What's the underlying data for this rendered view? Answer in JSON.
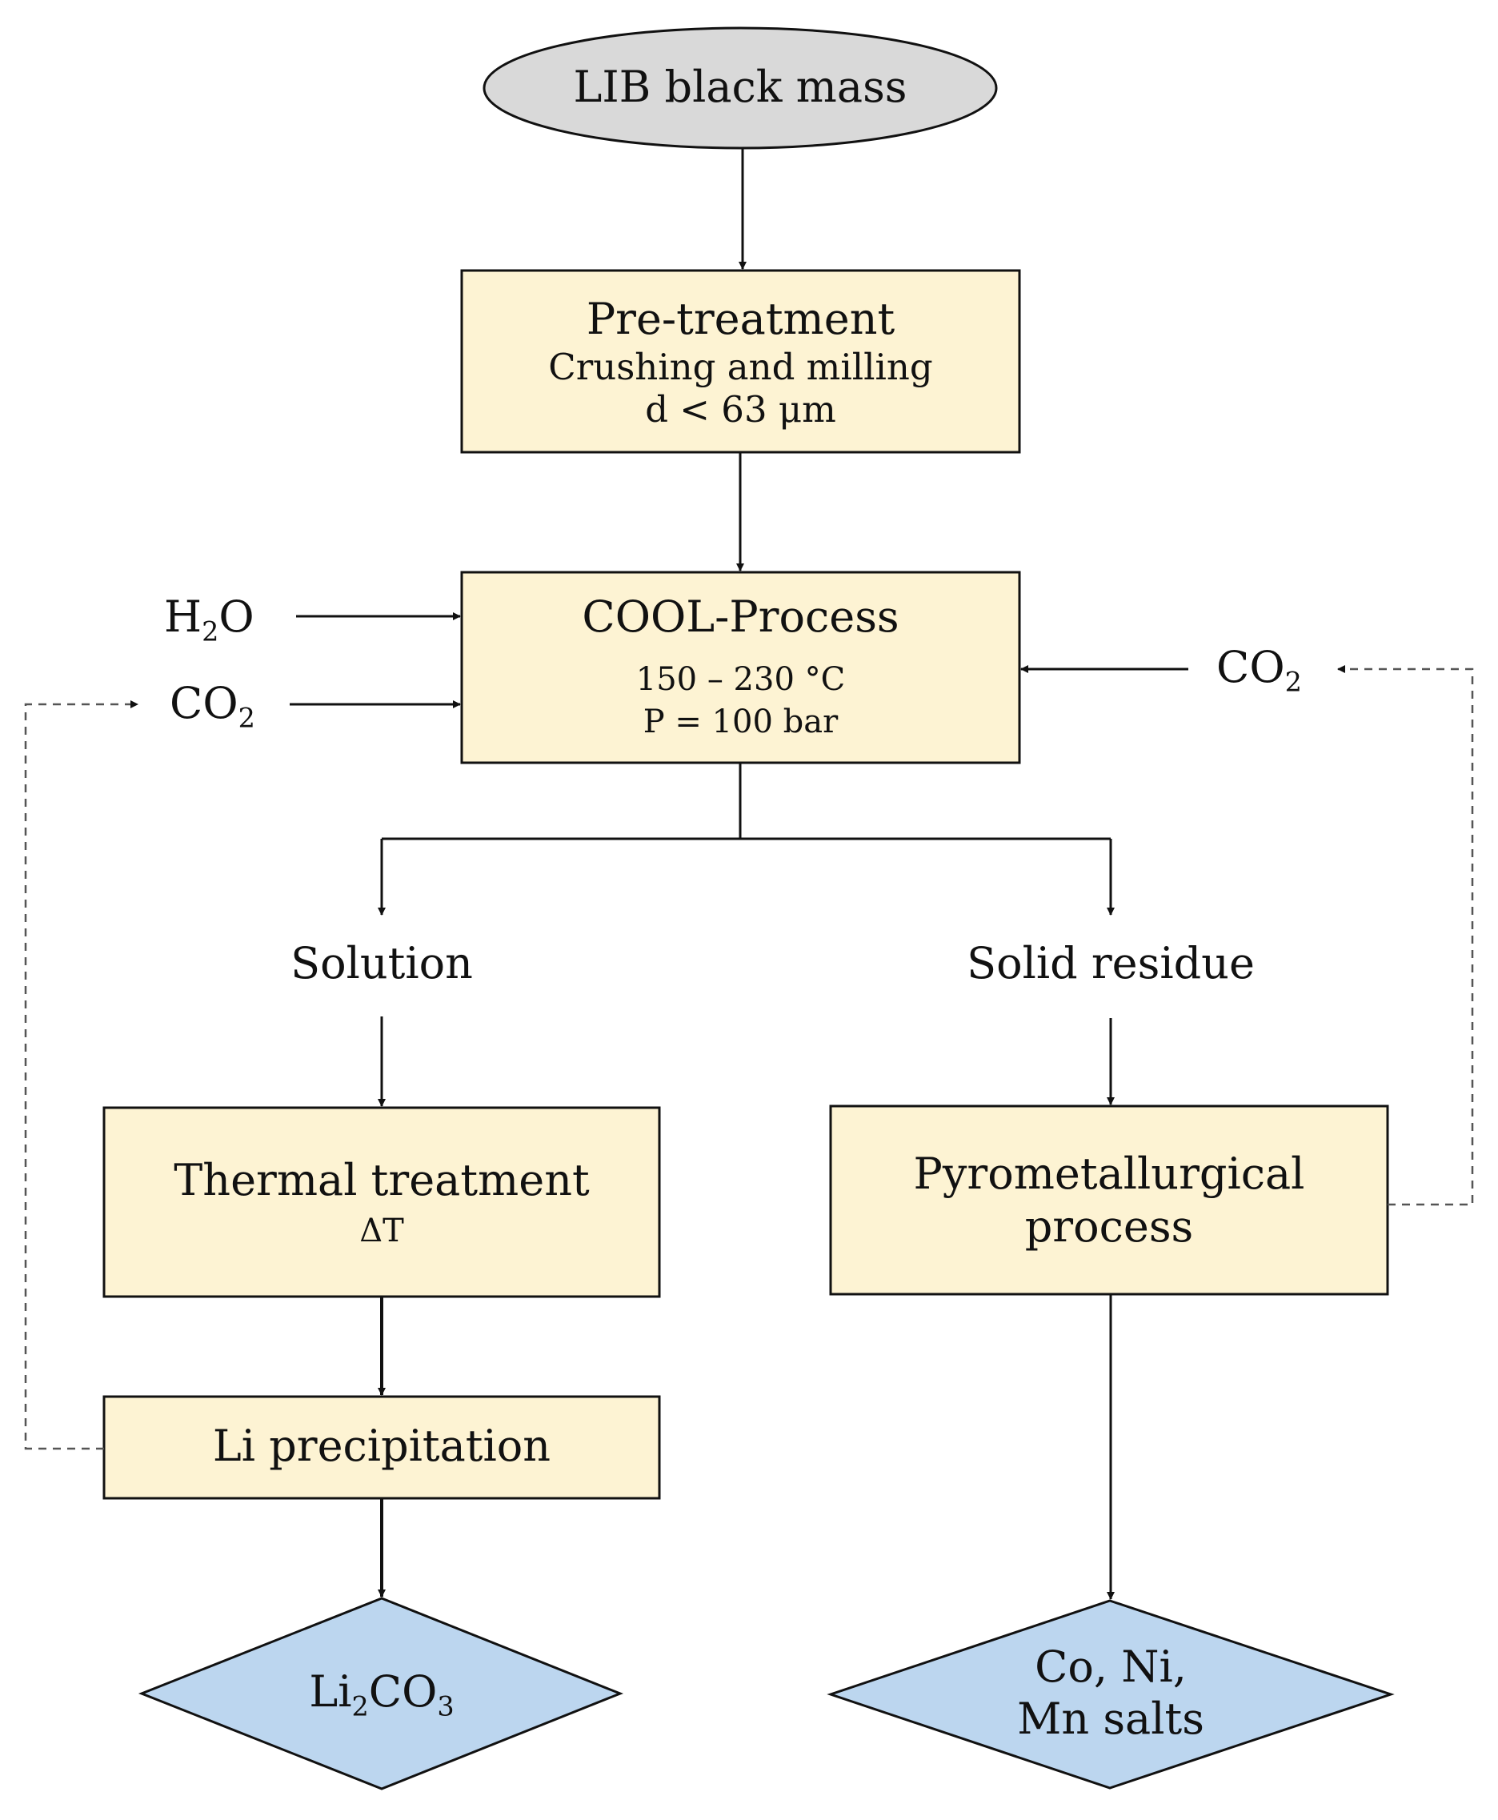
{
  "nodes": {
    "lib_black_mass": "LIB black mass",
    "pretreatment": {
      "title": "Pre-treatment",
      "line1": "Crushing and milling",
      "line2": "d < 63 μm"
    },
    "cool_process": {
      "title": "COOL-Process",
      "line1": "150 – 230 °C",
      "line2": "P = 100 bar"
    },
    "solution": "Solution",
    "solid_residue": "Solid residue",
    "thermal_treatment": {
      "title": "Thermal treatment",
      "line1": "ΔT"
    },
    "pyrometallurgical": {
      "line1": "Pyrometallurgical",
      "line2": "process"
    },
    "li_precipitation": "Li precipitation",
    "li2co3": {
      "a": "Li",
      "sub1": "2",
      "b": "CO",
      "sub2": "3"
    },
    "co_ni_mn": {
      "line1": "Co, Ni,",
      "line2": "Mn salts"
    }
  },
  "inputs": {
    "h2o": {
      "a": "H",
      "sub": "2",
      "b": "O"
    },
    "co2_left": {
      "a": "CO",
      "sub": "2"
    },
    "co2_right": {
      "a": "CO",
      "sub": "2"
    }
  },
  "colors": {
    "box_fill": "#fdf3d3",
    "diamond_fill": "#bcd6ef",
    "ellipse_fill": "#d9d9d9",
    "stroke": "#111111",
    "dashed": "#555555"
  }
}
